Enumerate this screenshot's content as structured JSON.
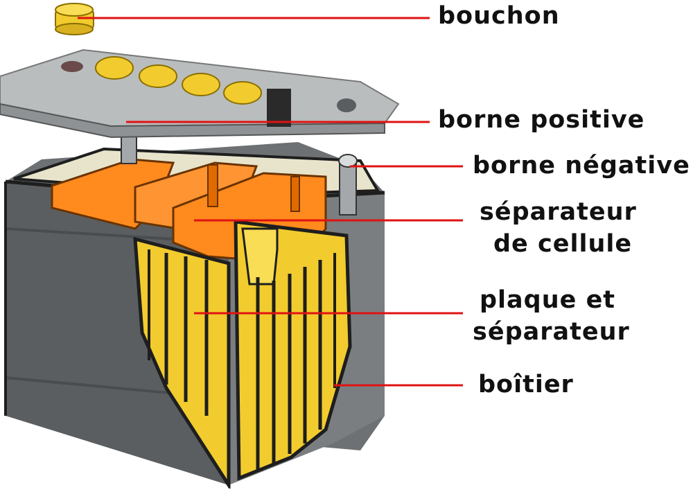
{
  "labels": {
    "bouchon": "bouchon",
    "borne_positive": "borne positive",
    "borne_negative": "borne négative",
    "separateur_cellule_1": "séparateur",
    "separateur_cellule_2": "de cellule",
    "plaque_1": "plaque et",
    "plaque_2": "séparateur",
    "boitier": "boîtier"
  },
  "colors": {
    "leader": "#e01212",
    "case": "#6d7173",
    "lid": "#b9bdbe",
    "cell": "#ff8a1e",
    "plate": "#f2cc2e",
    "text": "#111111"
  }
}
